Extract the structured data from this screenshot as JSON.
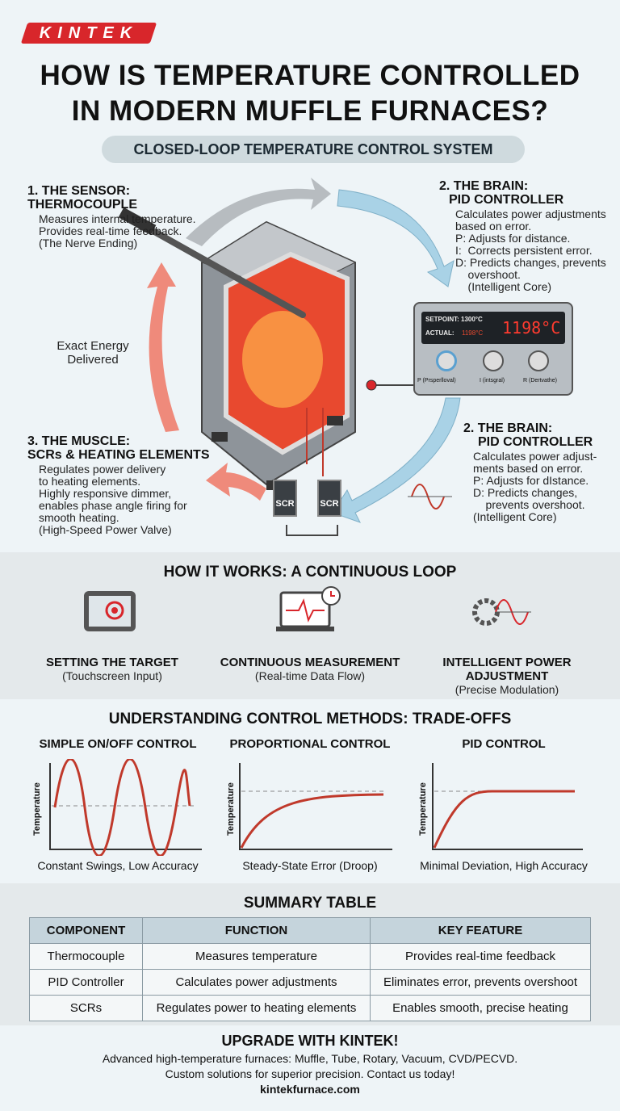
{
  "logo": {
    "text": "KINTEK"
  },
  "title": {
    "line1": "HOW IS TEMPERATURE CONTROLLED",
    "line2": "IN MODERN MUFFLE FURNACES?"
  },
  "subtitle": "CLOSED-LOOP TEMPERATURE CONTROL SYSTEM",
  "diagram": {
    "sensor": {
      "title1": "1. THE SENSOR:",
      "title2": "THERMOCOUPLE",
      "lines": [
        "Measures internal temperature.",
        "Provides real-time feedback.",
        "(The Nerve Ending)"
      ]
    },
    "brain_top": {
      "title1": "2. THE BRAIN:",
      "title2": "PID CONTROLLER",
      "lines": [
        "Calculates power adjustments",
        "based on error.",
        "P: Adjusts for distance.",
        "I:  Corrects persistent error.",
        "D: Predicts changes, prevents",
        "    overshoot.",
        "    (Intelligent Core)"
      ]
    },
    "energy": {
      "line1": "Exact Energy",
      "line2": "Delivered"
    },
    "brain_bottom": {
      "title1": "2. THE BRAIN:",
      "title2": "PID CONTROLLER",
      "lines": [
        "Calculates power adjust-",
        "ments based on error.",
        "P: Adjusts for dIstance.",
        "D: Predicts changes,",
        "    prevents overshoot.",
        "(Intelligent Core)"
      ]
    },
    "muscle": {
      "title1": "3. THE MUSCLE:",
      "title2": "SCRs & HEATING ELEMENTS",
      "lines": [
        "Regulates power delivery",
        "to heating elements.",
        "Highly responsive dimmer,",
        "enables phase angle firing for",
        "smooth heating.",
        "(High-Speed Power Valve)"
      ]
    },
    "controller": {
      "setpoint": "SETPOINT: 1300°C",
      "actual_label": "ACTUAL:",
      "actual": "1198°C",
      "display": "1198°C",
      "knobs": [
        "P (Prsperlloval)",
        "I (intsgral)",
        "R (Dertvathe)"
      ]
    },
    "scr_labels": [
      "SCR",
      "SCR"
    ],
    "colors": {
      "heat": "#e8492f",
      "red_arrow": "#ef8a7b",
      "blue_arrow": "#a9d2e6",
      "grey_arrow": "#b7bcc0"
    }
  },
  "how": {
    "title": "HOW IT WORKS: A CONTINUOUS LOOP",
    "steps": [
      {
        "icon": "touchscreen-icon",
        "title": "SETTING THE TARGET",
        "sub": "(Touchscreen Input)"
      },
      {
        "icon": "monitor-clock-icon",
        "title": "CONTINUOUS MEASUREMENT",
        "sub": "(Real-time Data Flow)"
      },
      {
        "icon": "gear-wave-icon",
        "title": "INTELLIGENT POWER ADJUSTMENT",
        "sub": "(Precise Modulation)"
      }
    ]
  },
  "methods": {
    "title": "UNDERSTANDING CONTROL METHODS: TRADE-OFFS",
    "charts": [
      {
        "title": "SIMPLE ON/OFF CONTROL",
        "ylabel": "Temperature",
        "caption": "Constant Swings, Low Accuracy"
      },
      {
        "title": "PROPORTIONAL CONTROL",
        "ylabel": "Temperature",
        "caption": "Steady-State Error (Droop)"
      },
      {
        "title": "PID CONTROL",
        "ylabel": "Temperature",
        "caption": "Minimal Deviation, High Accuracy"
      }
    ]
  },
  "summary": {
    "title": "SUMMARY TABLE",
    "headers": [
      "COMPONENT",
      "FUNCTION",
      "KEY FEATURE"
    ],
    "rows": [
      [
        "Thermocouple",
        "Measures temperature",
        "Provides real-time feedback"
      ],
      [
        "PID Controller",
        "Calculates power adjustments",
        "Eliminates error, prevents overshoot"
      ],
      [
        "SCRs",
        "Regulates power to heating elements",
        "Enables smooth, precise heating"
      ]
    ]
  },
  "footer": {
    "title": "UPGRADE WITH KINTEK!",
    "line1": "Advanced high-temperature furnaces: Muffle, Tube, Rotary, Vacuum, CVD/PECVD.",
    "line2": "Custom solutions for superior precision. Contact us today!",
    "url": "kintekfurnace.com"
  }
}
